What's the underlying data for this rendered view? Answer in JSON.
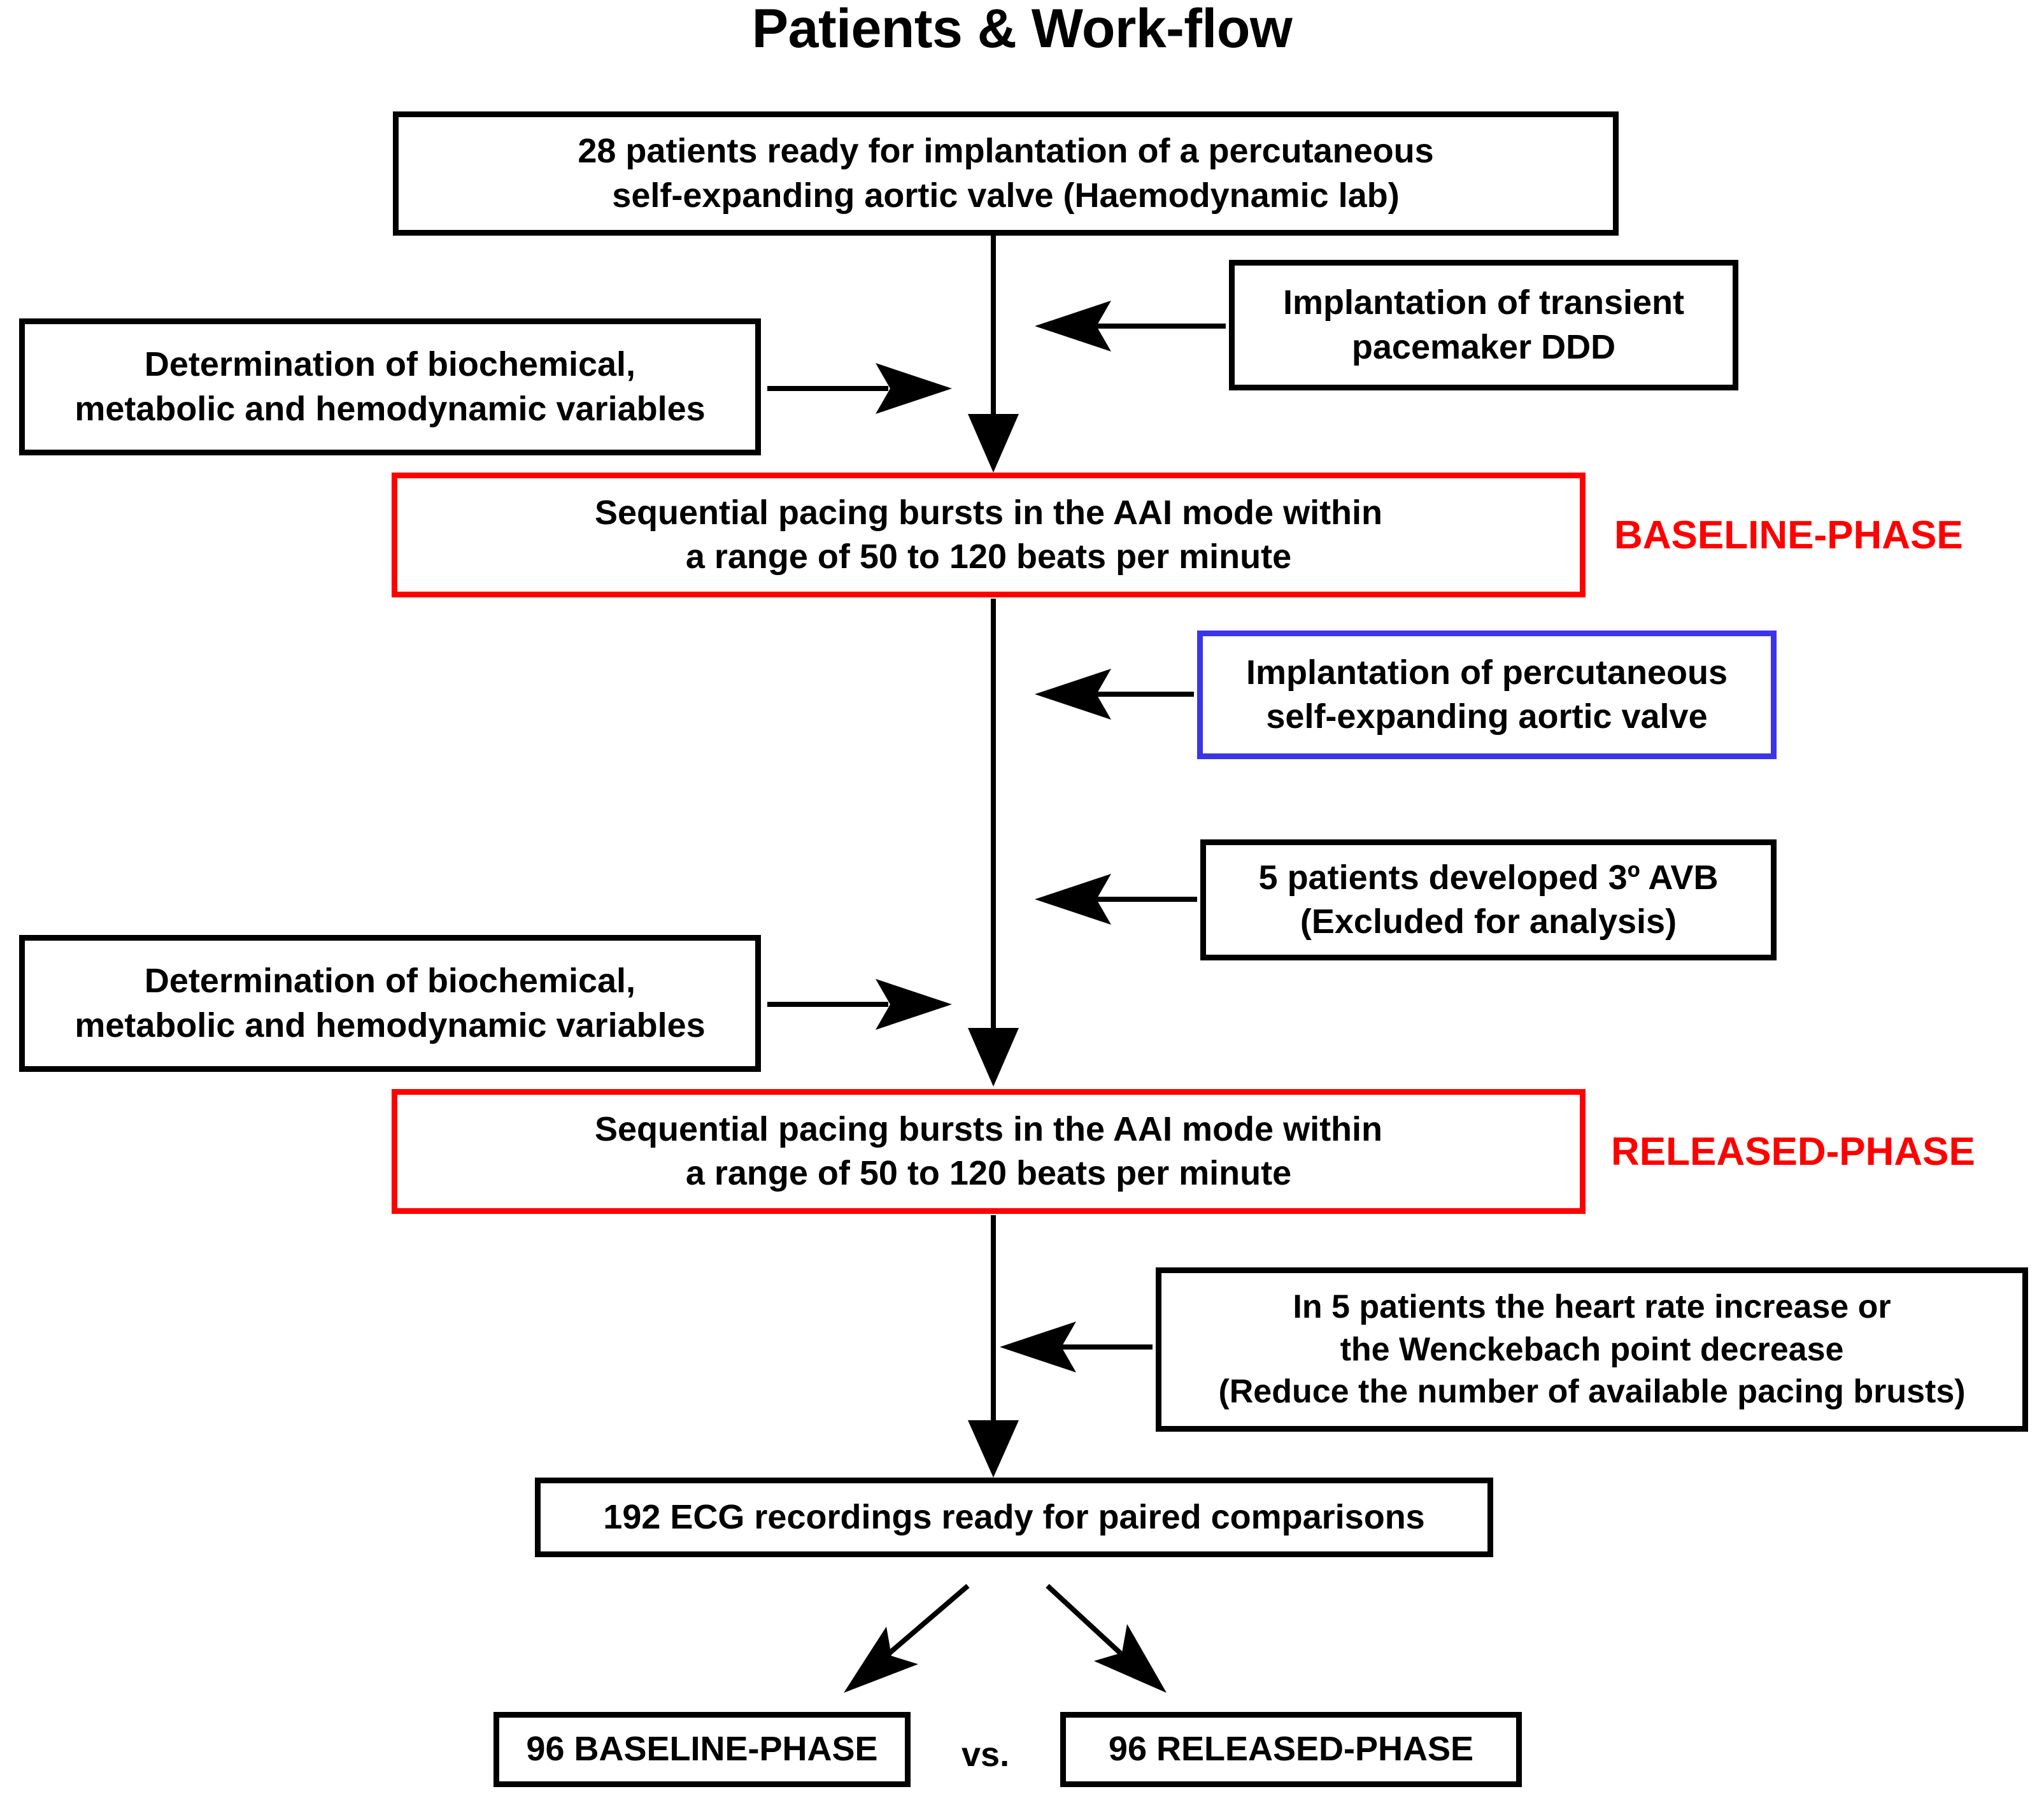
{
  "title": "Patients & Work-flow",
  "colors": {
    "phase_red": "#fe0000",
    "valve_blue": "#3c34e8",
    "box_black": "#000000",
    "background": "#ffffff"
  },
  "boxes": {
    "enrollment": {
      "line1": "28 patients ready for implantation of a percutaneous",
      "line2": "self-expanding aortic valve (Haemodynamic lab)"
    },
    "determination_baseline": {
      "line1": "Determination of biochemical,",
      "line2": "metabolic and hemodynamic variables"
    },
    "pacemaker": {
      "line1": "Implantation of transient",
      "line2": "pacemaker DDD"
    },
    "pacing_baseline": {
      "line1": "Sequential pacing bursts in the AAI mode within",
      "line2": "a range of 50 to 120 beats per minute"
    },
    "valve_implantation": {
      "line1": "Implantation of percutaneous",
      "line2": "self-expanding aortic valve"
    },
    "avb_excluded": {
      "line1": "5 patients developed 3º AVB",
      "line2": "(Excluded for analysis)"
    },
    "determination_released": {
      "line1": "Determination of biochemical,",
      "line2": "metabolic and hemodynamic variables"
    },
    "pacing_released": {
      "line1": "Sequential pacing bursts in the AAI mode within",
      "line2": "a range of 50 to 120 beats per minute"
    },
    "rate_change": {
      "line1": "In 5 patients the heart rate increase or",
      "line2": "the Wenckebach point decrease",
      "line3": "(Reduce the number of available pacing brusts)"
    },
    "ecg_total": {
      "line1": "192 ECG recordings ready for paired comparisons"
    },
    "baseline_group": {
      "line1": "96 BASELINE-PHASE"
    },
    "released_group": {
      "line1": "96 RELEASED-PHASE"
    }
  },
  "labels": {
    "baseline_phase": "BASELINE-PHASE",
    "released_phase": "RELEASED-PHASE",
    "versus": "vs."
  }
}
